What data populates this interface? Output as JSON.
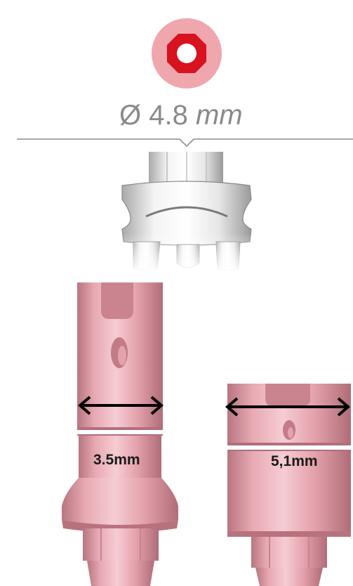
{
  "header": {
    "diameter_symbol": "Ø",
    "diameter_value": "4.8",
    "diameter_unit": "mm"
  },
  "abutments": [
    {
      "label": "3.5mm"
    },
    {
      "label": "5,1mm"
    }
  ],
  "colors": {
    "badge_fill": "#f0a6ad",
    "hex_red": "#d8121f",
    "pink_metal": "#e8aab4",
    "pink_shadow": "#c98490",
    "text_gray": "#8a8a8a",
    "arrow": "#000000"
  },
  "icons": {
    "badge": "hex-socket-icon",
    "connection": "implant-connection-icon",
    "arrow": "double-arrow-icon"
  }
}
